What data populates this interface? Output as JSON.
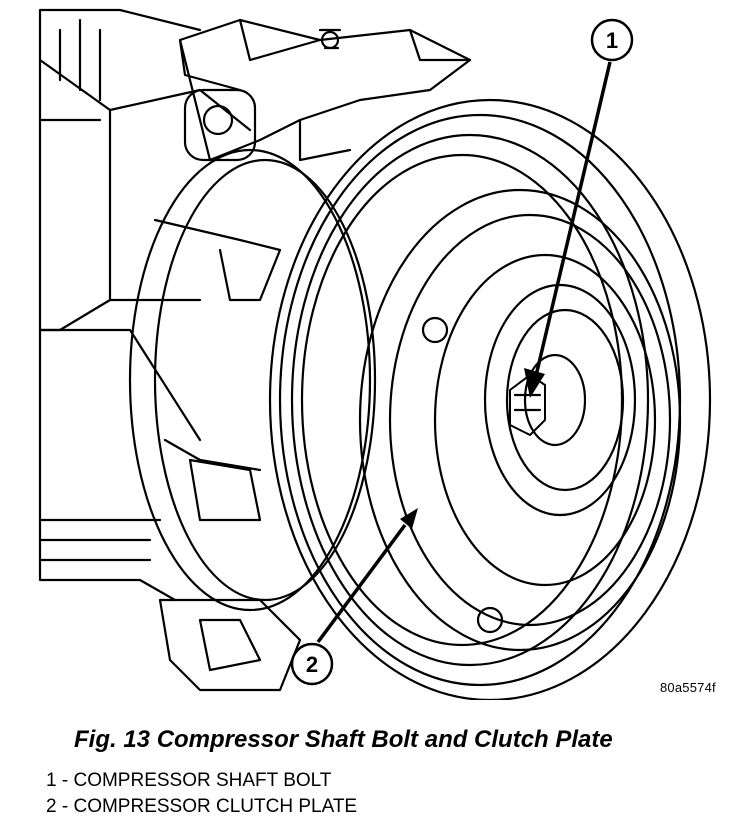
{
  "callouts": [
    {
      "number": "1",
      "label": "COMPRESSOR SHAFT BOLT"
    },
    {
      "number": "2",
      "label": "COMPRESSOR CLUTCH PLATE"
    }
  ],
  "figure_id": "80a5574f",
  "caption": "Fig. 13 Compressor Shaft Bolt and Clutch Plate",
  "legend": [
    {
      "number": "1",
      "separator": " - ",
      "text": "COMPRESSOR SHAFT BOLT"
    },
    {
      "number": "2",
      "separator": " - ",
      "text": "COMPRESSOR CLUTCH PLATE"
    }
  ],
  "colors": {
    "line": "#000000",
    "background": "#ffffff"
  }
}
